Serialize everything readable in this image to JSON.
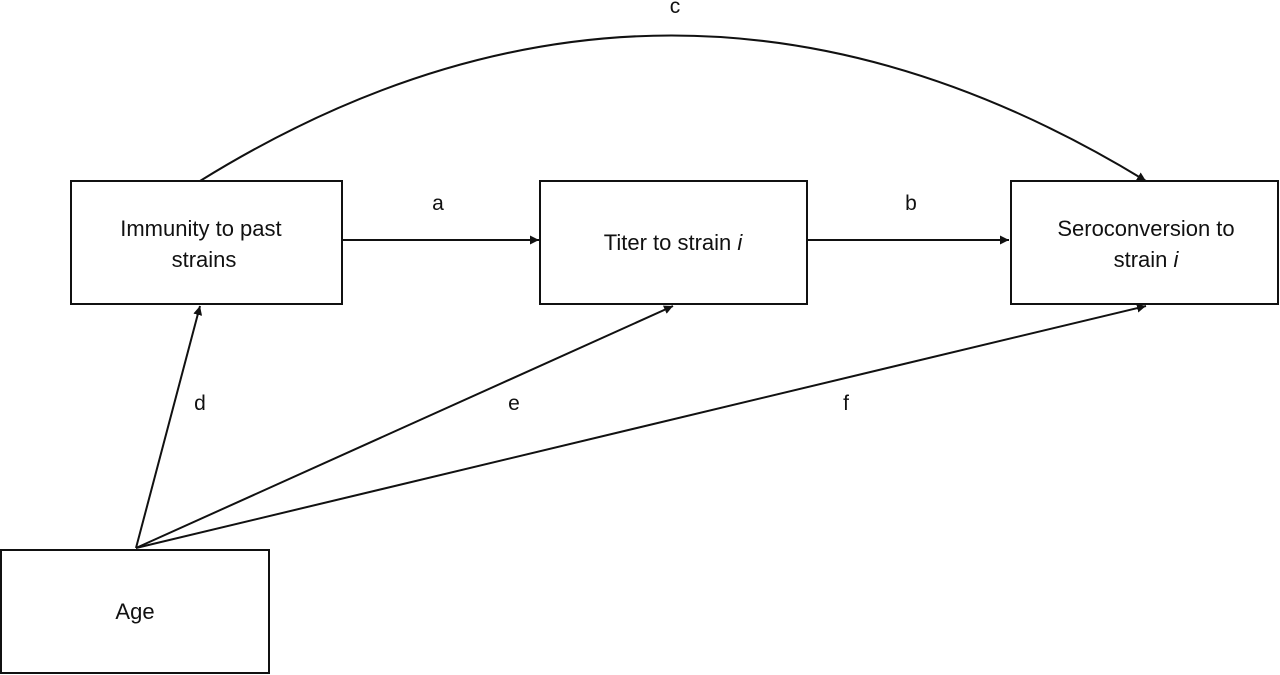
{
  "nodes": {
    "immunity": {
      "line1": "Immunity to past",
      "line2": "strains"
    },
    "titer": {
      "text": "Titer to strain ",
      "italic": "i"
    },
    "seroconversion": {
      "line1": "Seroconversion to",
      "line2_text": "strain ",
      "line2_italic": "i"
    },
    "age": {
      "text": "Age"
    }
  },
  "edges": {
    "a": "a",
    "b": "b",
    "c": "c",
    "d": "d",
    "e": "e",
    "f": "f"
  }
}
